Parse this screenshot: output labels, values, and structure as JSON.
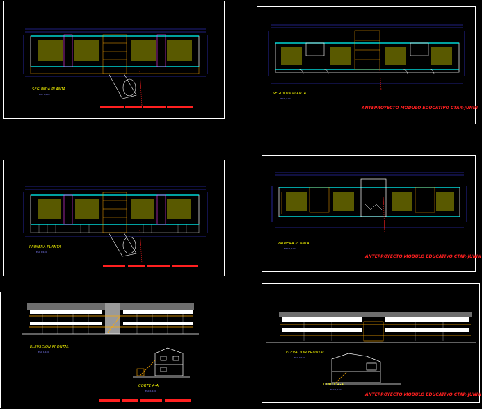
{
  "sheets": {
    "s1": {
      "label": "SEGUNDA PLANTA",
      "scale": "ESC 1/100"
    },
    "s2": {
      "label": "SEGUNDA PLANTA",
      "scale": "ESC 1/100",
      "title": "ANTEPROYECTO MODULO EDUCATIVO CTAR-JUNIN"
    },
    "s3": {
      "label": "PRIMERA PLANTA",
      "scale": "ESC 1/100"
    },
    "s4": {
      "label": "PRIMERA PLANTA",
      "scale": "ESC 1/100",
      "title": "ANTEPROYECTO MODULO EDUCATIVO CTAR-JUNIN"
    },
    "s5": {
      "label": "ELEVACION FRONTAL",
      "scale": "ESC 1/100",
      "label2": "CORTE A-A",
      "scale2": "ESC 1/100"
    },
    "s6": {
      "label": "ELEVACION FRONTAL",
      "scale": "ESC 1/100",
      "label2": "CORTE A-A",
      "scale2": "ESC 1/100",
      "title": "ANTEPROYECTO MODULO EDUCATIVO CTAR-JUNIN"
    }
  },
  "colors": {
    "line": "#ffffff",
    "wall": "#00ffff",
    "dim": "#4040ff",
    "text": "#ffff00",
    "title": "#ff2020",
    "hatch": "#ffaa00",
    "desk": "#ffff00"
  }
}
